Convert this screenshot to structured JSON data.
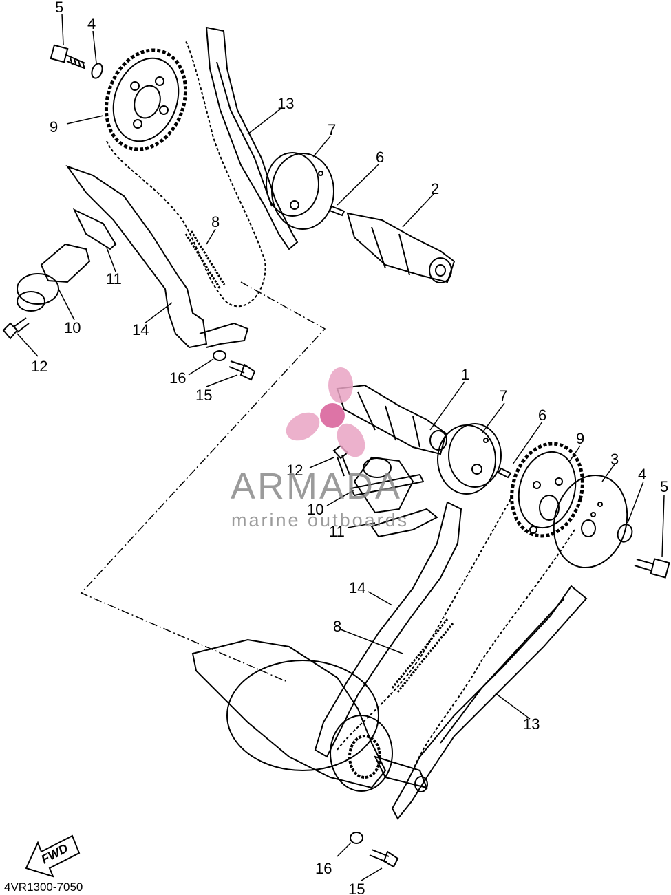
{
  "diagram": {
    "code": "4VR1300-7050",
    "fwd_label": "FWD",
    "callouts": [
      "5",
      "4",
      "9",
      "13",
      "7",
      "6",
      "2",
      "8",
      "11",
      "10",
      "14",
      "12",
      "16",
      "15",
      "1",
      "7",
      "6",
      "9",
      "3",
      "4",
      "5",
      "12",
      "10",
      "11",
      "14",
      "8",
      "13",
      "16",
      "15"
    ]
  },
  "watermark": {
    "title": "ARMADA",
    "subtitle": "marine outboards",
    "logo": "armada-propeller-logo",
    "color": "#e9a4c4"
  }
}
